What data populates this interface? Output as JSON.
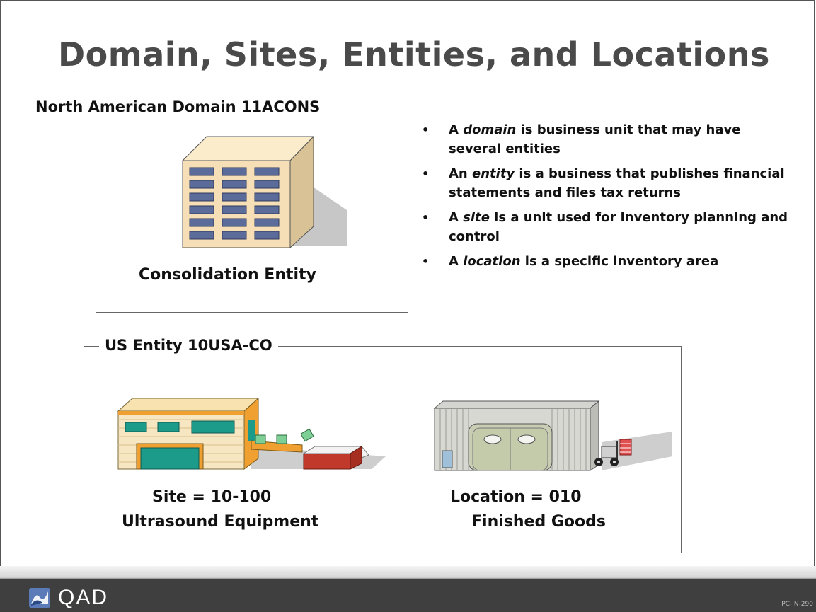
{
  "slide": {
    "title": "Domain, Sites, Entities, and Locations",
    "page_code": "PC-IN-290"
  },
  "domain_box": {
    "label": "North American Domain 11ACONS",
    "caption": "Consolidation Entity",
    "icon": "office-building-icon"
  },
  "bullets": [
    {
      "pre": "A ",
      "term": "domain",
      "post": " is business unit that may have several entities"
    },
    {
      "pre": "An ",
      "term": "entity",
      "post": " is a business that publishes financial statements and files tax returns"
    },
    {
      "pre": "A ",
      "term": "site",
      "post": " is a unit used for inventory planning and control"
    },
    {
      "pre": "A ",
      "term": "location",
      "post": " is a specific inventory area"
    }
  ],
  "entity_box": {
    "label": "US Entity 10USA-CO",
    "site": {
      "line1": "Site = 10-100",
      "line2": "Ultrasound Equipment",
      "icon": "factory-conveyor-icon"
    },
    "location": {
      "line1": "Location = 010",
      "line2": "Finished Goods",
      "icon": "warehouse-forklift-icon"
    }
  },
  "footer": {
    "logo_text": "QAD",
    "logo_icon": "qad-logo-icon"
  },
  "colors": {
    "title": "#4a4a4a",
    "building_face": "#f5deb3",
    "window": "#5b6b9a",
    "factory_trim": "#f0a030",
    "factory_door": "#1c9a8a",
    "footer_bar": "#3f3f3f"
  }
}
